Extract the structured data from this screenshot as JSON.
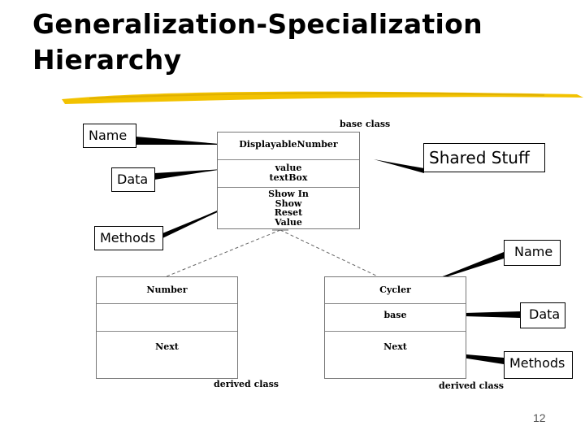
{
  "slide": {
    "title_line1": "Generalization-Specialization",
    "title_line2": "Hierarchy",
    "page_number": "12"
  },
  "base_class": {
    "caption": "base class",
    "name": "DisplayableNumber",
    "data": [
      "value",
      "textBox"
    ],
    "methods": [
      "Show In",
      "Show",
      "Reset",
      "Value"
    ]
  },
  "derived_left": {
    "caption": "derived class",
    "name": "Number",
    "data": [],
    "methods": [
      "Next"
    ]
  },
  "derived_right": {
    "caption": "derived class",
    "name": "Cycler",
    "data": [
      "base"
    ],
    "methods": [
      "Next"
    ]
  },
  "callouts": {
    "name_left": "Name",
    "data_left": "Data",
    "methods_left": "Methods",
    "shared": "Shared Stuff",
    "name_right": "Name",
    "data_right": "Data",
    "methods_right": "Methods"
  },
  "colors": {
    "underline": "#f2c200",
    "border": "#777777"
  }
}
